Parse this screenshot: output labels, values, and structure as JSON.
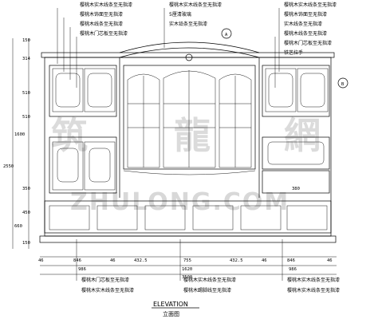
{
  "drawing": {
    "title": "ELEVATION",
    "subtitle": "立面图",
    "section_markers": [
      "A",
      "B"
    ],
    "watermark_chars": [
      "筑",
      "龍",
      "網"
    ],
    "watermark_text": "ZHULONG.COM",
    "notes_top_left": [
      "樱桃木实木线条至无指漆",
      "樱桃木饰面至无指漆",
      "樱桃木线条至无指漆",
      "樱桃木门芯板至无指漆"
    ],
    "notes_top_center": [
      "樱桃木实木线条至无指漆",
      "5厘清玻璃",
      "实木铅条至无指漆"
    ],
    "notes_top_right": [
      "樱桃木实木线条至无指漆",
      "樱桃木饰面至无指漆",
      "实木线条至无指漆",
      "樱桃木线条至无指漆",
      "樱桃木门芯板至无指漆",
      "铁艺拉手"
    ],
    "notes_bottom_left": [
      "樱桃木门芯板至无指漆",
      "樱桃木实木线条至无指漆"
    ],
    "notes_bottom_center": [
      "樱桃木实木线条至无指漆",
      "樱桃木踢脚线至无指漆"
    ],
    "notes_bottom_right": [
      "樱桃木实木线条至无指漆",
      "樱桃木实木线条至无指漆"
    ],
    "dims_left": [
      "150",
      "314",
      "510",
      "510",
      "1600",
      "2550",
      "350",
      "450",
      "660",
      "150"
    ],
    "dims_bottom_row1": [
      "46",
      "846",
      "46",
      "432.5",
      "755",
      "432.5",
      "46",
      "846",
      "46"
    ],
    "dims_bottom_row2": [
      "986",
      "1620",
      "986"
    ],
    "dims_bottom_total": "3500",
    "dim_right_note": "380"
  }
}
